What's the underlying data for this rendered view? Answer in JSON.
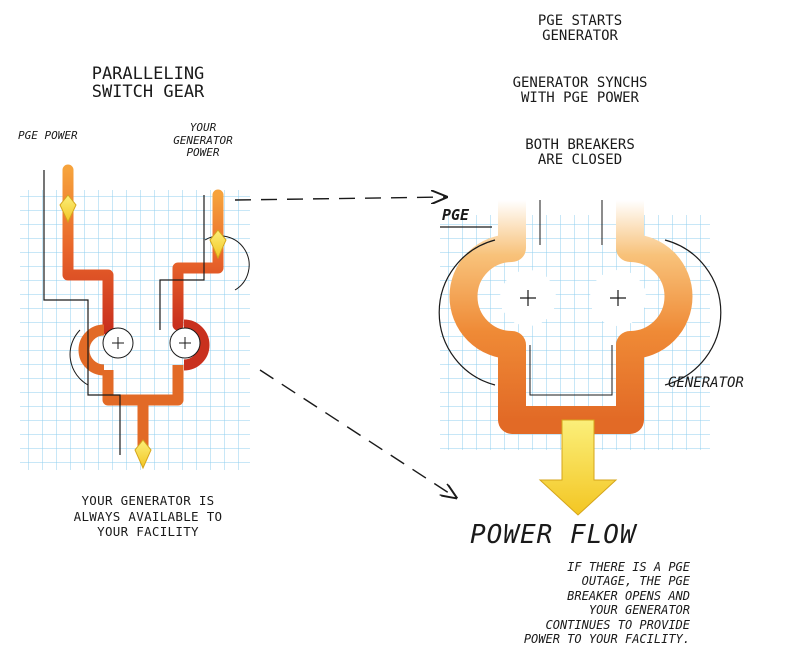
{
  "left_panel": {
    "title_line1": "PARALLELING",
    "title_line2": "SWITCH GEAR",
    "pge_power_label": "PGE POWER",
    "gen_label_line1": "YOUR",
    "gen_label_line2": "GENERATOR",
    "gen_label_line3": "POWER",
    "caption_line1": "YOUR GENERATOR IS",
    "caption_line2": "ALWAYS AVAILABLE TO",
    "caption_line3": "YOUR FACILITY"
  },
  "right_panel": {
    "step1_line1": "PGE STARTS",
    "step1_line2": "GENERATOR",
    "step2_line1": "GENERATOR SYNCHS",
    "step2_line2": "WITH PGE POWER",
    "step3_line1": "BOTH BREAKERS",
    "step3_line2": "ARE CLOSED",
    "pge_label": "PGE",
    "generator_label": "GENERATOR",
    "power_flow_label": "POWER FLOW",
    "outage_line1": "IF THERE IS A PGE",
    "outage_line2": "OUTAGE, THE PGE",
    "outage_line3": "BREAKER OPENS AND",
    "outage_line4": "YOUR GENERATOR",
    "outage_line5": "CONTINUES TO PROVIDE",
    "outage_line6": "POWER TO YOUR FACILITY."
  },
  "colors": {
    "grid_line": "#7ec6ec",
    "orange": "#ee7a2a",
    "red": "#c9301e",
    "yellow": "#f7e64a",
    "ink": "#1a1a1a"
  }
}
